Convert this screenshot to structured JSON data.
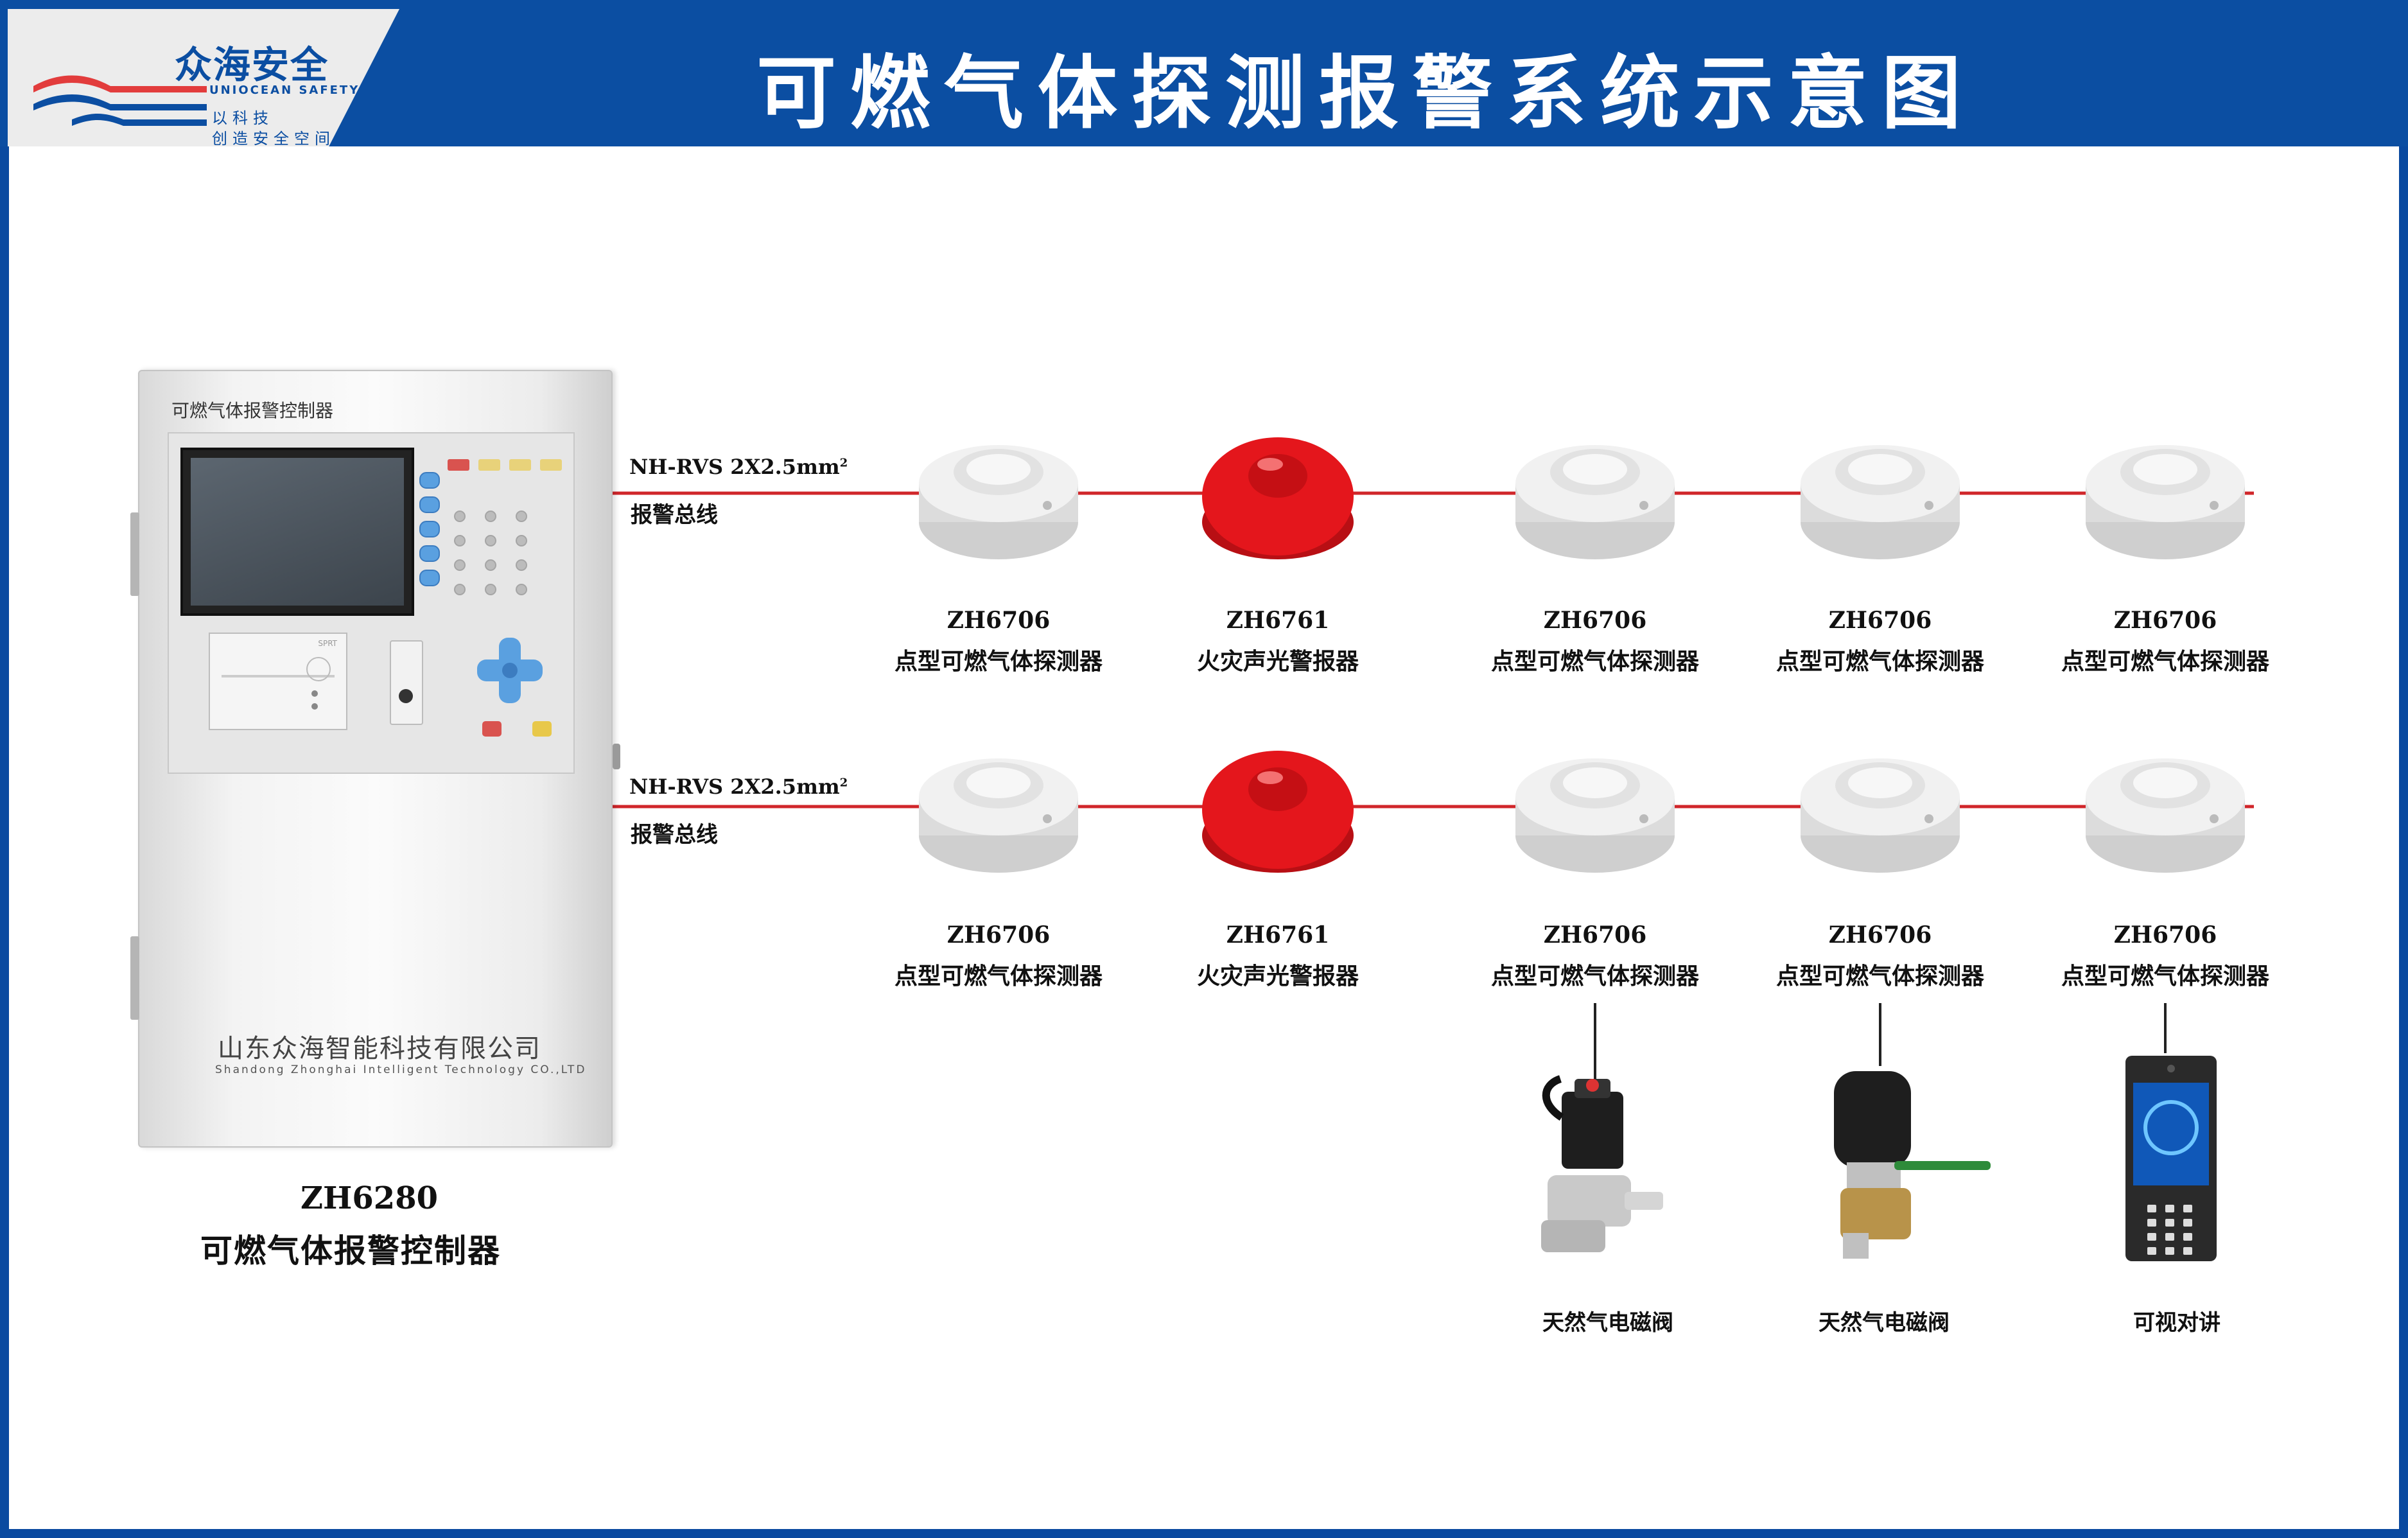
{
  "header": {
    "title": "可燃气体探测报警系统示意图",
    "brand_cn": "众海安全",
    "brand_en": "UNIOCEAN SAFETY",
    "slogan_line1": "以科技",
    "slogan_line2": "创造安全空间"
  },
  "controller": {
    "panel_label": "可燃气体报警控制器",
    "printer_label": "SPRT",
    "company_cn": "山东众海智能科技有限公司",
    "company_en": "Shandong Zhonghai Intelligent Technology CO.,LTD",
    "model_id": "ZH6280",
    "model_name": "可燃气体报警控制器"
  },
  "buses": [
    {
      "cable_spec": "NH-RVS  2X2.5mm",
      "cable_sup": "2",
      "label": "报警总线",
      "devices": [
        {
          "model": "ZH6706",
          "name": "点型可燃气体探测器",
          "kind": "detector"
        },
        {
          "model": "ZH6761",
          "name": "火灾声光警报器",
          "kind": "alarm"
        },
        {
          "model": "ZH6706",
          "name": "点型可燃气体探测器",
          "kind": "detector"
        },
        {
          "model": "ZH6706",
          "name": "点型可燃气体探测器",
          "kind": "detector"
        },
        {
          "model": "ZH6706",
          "name": "点型可燃气体探测器",
          "kind": "detector"
        }
      ]
    },
    {
      "cable_spec": "NH-RVS  2X2.5mm",
      "cable_sup": "2",
      "label": "报警总线",
      "devices": [
        {
          "model": "ZH6706",
          "name": "点型可燃气体探测器",
          "kind": "detector"
        },
        {
          "model": "ZH6761",
          "name": "火灾声光警报器",
          "kind": "alarm"
        },
        {
          "model": "ZH6706",
          "name": "点型可燃气体探测器",
          "kind": "detector"
        },
        {
          "model": "ZH6706",
          "name": "点型可燃气体探测器",
          "kind": "detector"
        },
        {
          "model": "ZH6706",
          "name": "点型可燃气体探测器",
          "kind": "detector"
        }
      ]
    }
  ],
  "terminals": [
    {
      "name": "天然气电磁阀",
      "kind": "solenoid-valve"
    },
    {
      "name": "天然气电磁阀",
      "kind": "motor-valve"
    },
    {
      "name": "可视对讲",
      "kind": "intercom"
    }
  ],
  "colors": {
    "header_blue": "#0b4ea2",
    "bus_line": "#d0262a",
    "alarm_red": "#e4161c"
  }
}
